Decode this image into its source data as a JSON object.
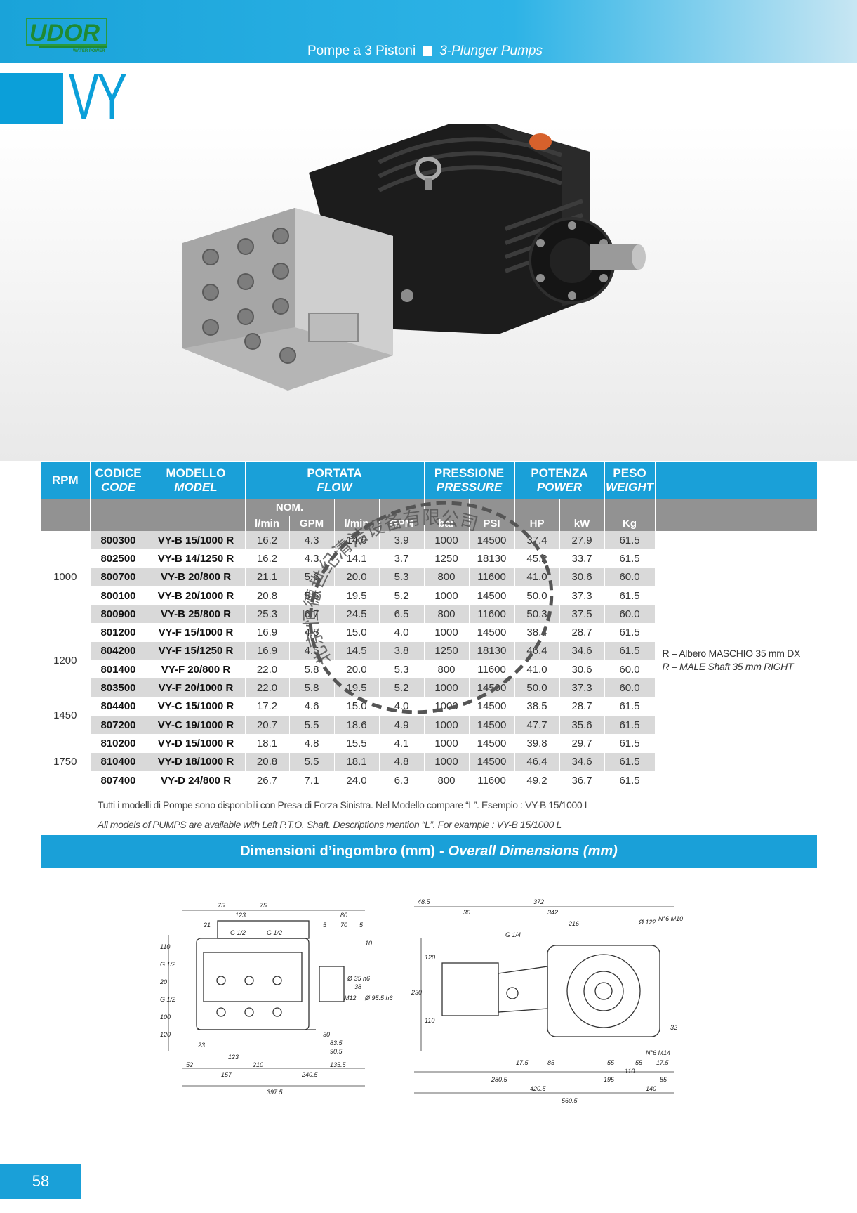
{
  "header": {
    "logo_text": "UDOR",
    "logo_sub": "WATER POWER",
    "series_it": "Pompe a 3 Pistoni",
    "series_en": "3-Plunger Pumps",
    "model_family": "VY"
  },
  "table": {
    "col_rpm": "RPM",
    "col_code_it": "CODICE",
    "col_code_en": "CODE",
    "col_model_it": "MODELLO",
    "col_model_en": "MODEL",
    "col_flow_it": "PORTATA",
    "col_flow_en": "FLOW",
    "col_pressure_it": "PRESSIONE",
    "col_pressure_en": "PRESSURE",
    "col_power_it": "POTENZA",
    "col_power_en": "POWER",
    "col_weight_it": "PESO",
    "col_weight_en": "WEIGHT",
    "nom_label": "NOM.",
    "units": [
      "l/min",
      "GPM",
      "l/min",
      "GPM",
      "bar",
      "PSI",
      "HP",
      "kW",
      "Kg"
    ],
    "rpm_groups": [
      "1000",
      "1200",
      "1450",
      "1750"
    ],
    "rows": [
      {
        "code": "800300",
        "model": "VY-B 15/1000 R",
        "lnom": "16.2",
        "gnom": "4.3",
        "l": "14.6",
        "g": "3.9",
        "bar": "1000",
        "psi": "14500",
        "hp": "37.4",
        "kw": "27.9",
        "kg": "61.5"
      },
      {
        "code": "802500",
        "model": "VY-B 14/1250 R",
        "lnom": "16.2",
        "gnom": "4.3",
        "l": "14.1",
        "g": "3.7",
        "bar": "1250",
        "psi": "18130",
        "hp": "45.2",
        "kw": "33.7",
        "kg": "61.5"
      },
      {
        "code": "800700",
        "model": "VY-B 20/800 R",
        "lnom": "21.1",
        "gnom": "5.6",
        "l": "20.0",
        "g": "5.3",
        "bar": "800",
        "psi": "11600",
        "hp": "41.0",
        "kw": "30.6",
        "kg": "60.0"
      },
      {
        "code": "800100",
        "model": "VY-B 20/1000 R",
        "lnom": "20.8",
        "gnom": "5.5",
        "l": "19.5",
        "g": "5.2",
        "bar": "1000",
        "psi": "14500",
        "hp": "50.0",
        "kw": "37.3",
        "kg": "61.5"
      },
      {
        "code": "800900",
        "model": "VY-B 25/800 R",
        "lnom": "25.3",
        "gnom": "6.7",
        "l": "24.5",
        "g": "6.5",
        "bar": "800",
        "psi": "11600",
        "hp": "50.3",
        "kw": "37.5",
        "kg": "60.0"
      },
      {
        "code": "801200",
        "model": "VY-F 15/1000 R",
        "lnom": "16.9",
        "gnom": "4.5",
        "l": "15.0",
        "g": "4.0",
        "bar": "1000",
        "psi": "14500",
        "hp": "38.4",
        "kw": "28.7",
        "kg": "61.5"
      },
      {
        "code": "804200",
        "model": "VY-F 15/1250 R",
        "lnom": "16.9",
        "gnom": "4.5",
        "l": "14.5",
        "g": "3.8",
        "bar": "1250",
        "psi": "18130",
        "hp": "46.4",
        "kw": "34.6",
        "kg": "61.5"
      },
      {
        "code": "801400",
        "model": "VY-F 20/800 R",
        "lnom": "22.0",
        "gnom": "5.8",
        "l": "20.0",
        "g": "5.3",
        "bar": "800",
        "psi": "11600",
        "hp": "41.0",
        "kw": "30.6",
        "kg": "60.0"
      },
      {
        "code": "803500",
        "model": "VY-F 20/1000 R",
        "lnom": "22.0",
        "gnom": "5.8",
        "l": "19.5",
        "g": "5.2",
        "bar": "1000",
        "psi": "14500",
        "hp": "50.0",
        "kw": "37.3",
        "kg": "60.0"
      },
      {
        "code": "804400",
        "model": "VY-C 15/1000 R",
        "lnom": "17.2",
        "gnom": "4.6",
        "l": "15.0",
        "g": "4.0",
        "bar": "1000",
        "psi": "14500",
        "hp": "38.5",
        "kw": "28.7",
        "kg": "61.5"
      },
      {
        "code": "807200",
        "model": "VY-C 19/1000 R",
        "lnom": "20.7",
        "gnom": "5.5",
        "l": "18.6",
        "g": "4.9",
        "bar": "1000",
        "psi": "14500",
        "hp": "47.7",
        "kw": "35.6",
        "kg": "61.5"
      },
      {
        "code": "810200",
        "model": "VY-D 15/1000 R",
        "lnom": "18.1",
        "gnom": "4.8",
        "l": "15.5",
        "g": "4.1",
        "bar": "1000",
        "psi": "14500",
        "hp": "39.8",
        "kw": "29.7",
        "kg": "61.5"
      },
      {
        "code": "810400",
        "model": "VY-D 18/1000 R",
        "lnom": "20.8",
        "gnom": "5.5",
        "l": "18.1",
        "g": "4.8",
        "bar": "1000",
        "psi": "14500",
        "hp": "46.4",
        "kw": "34.6",
        "kg": "61.5"
      },
      {
        "code": "807400",
        "model": "VY-D 24/800 R",
        "lnom": "26.7",
        "gnom": "7.1",
        "l": "24.0",
        "g": "6.3",
        "bar": "800",
        "psi": "11600",
        "hp": "49.2",
        "kw": "36.7",
        "kg": "61.5"
      }
    ],
    "note_it": "R – Albero MASCHIO 35 mm DX",
    "note_en": "R – MALE Shaft 35 mm RIGHT"
  },
  "footnote_it": "Tutti i modelli di Pompe sono disponibili con Presa di Forza Sinistra. Nel Modello compare “L”. Esempio : VY-B 15/1000 L",
  "footnote_en": "All models of PUMPS are available with Left P.T.O. Shaft. Descriptions mention “L”. For example : VY-B 15/1000 L",
  "dimensions": {
    "title_it": "Dimensioni d’ingombro (mm)",
    "separator": "-",
    "title_en": "Overall Dimensions (mm)",
    "front_top": [
      "75",
      "75",
      "123",
      "21",
      "G 1/2",
      "G 1/2",
      "80",
      "5",
      "70",
      "5",
      "10"
    ],
    "front_left": [
      "110",
      "G 1/2",
      "20",
      "G 1/2",
      "100",
      "120"
    ],
    "front_right": [
      "Ø 35 h6",
      "38",
      "M12",
      "Ø 95.5 h6",
      "30",
      "83.5",
      "90.5"
    ],
    "front_bottom": [
      "23",
      "123",
      "52",
      "210",
      "135.5",
      "157",
      "240.5",
      "397.5"
    ],
    "side_top": [
      "48.5",
      "372",
      "30",
      "342",
      "216",
      "G 1/4",
      "Ø 122",
      "N°6 M10"
    ],
    "side_left": [
      "120",
      "230",
      "110"
    ],
    "side_right": [
      "32",
      "N°6 M14"
    ],
    "side_bottom": [
      "17.5",
      "85",
      "55",
      "55",
      "17.5",
      "110",
      "280.5",
      "195",
      "85",
      "420.5",
      "140",
      "560.5"
    ]
  },
  "stamp_text": "北京恒德世纪清洁设备有限公司",
  "page_number": "58"
}
